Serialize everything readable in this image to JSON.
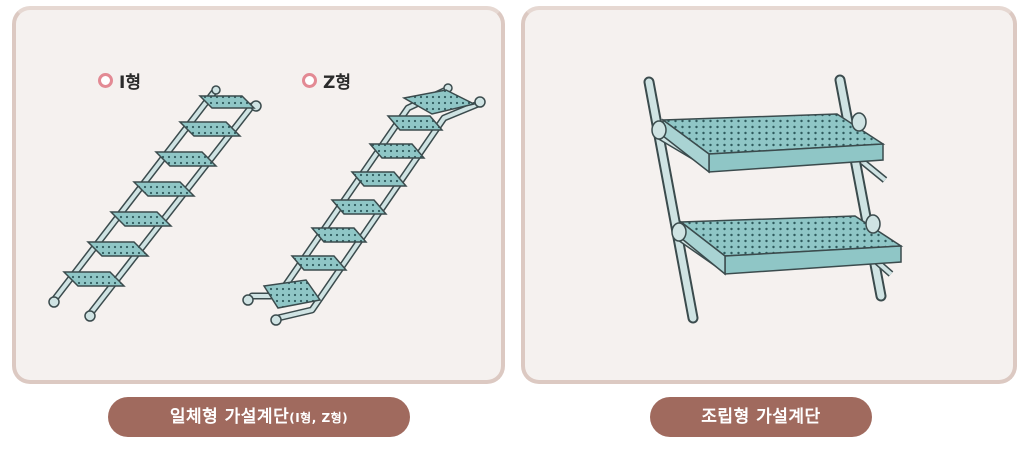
{
  "panels": {
    "left": {
      "type_i_label": "I형",
      "type_z_label": "Z형",
      "caption_main": "일체형 가설계단",
      "caption_sub": "(I형, Z형)"
    },
    "right": {
      "caption": "조립형 가설계단"
    }
  },
  "colors": {
    "panel_bg": "#f5f1ef",
    "panel_border": "#dcc9c2",
    "caption_bg": "#a06a5e",
    "step_fill": "#8fc6c6",
    "rail_fill": "#cfe3e3",
    "marker_ring": "#e38a94"
  }
}
